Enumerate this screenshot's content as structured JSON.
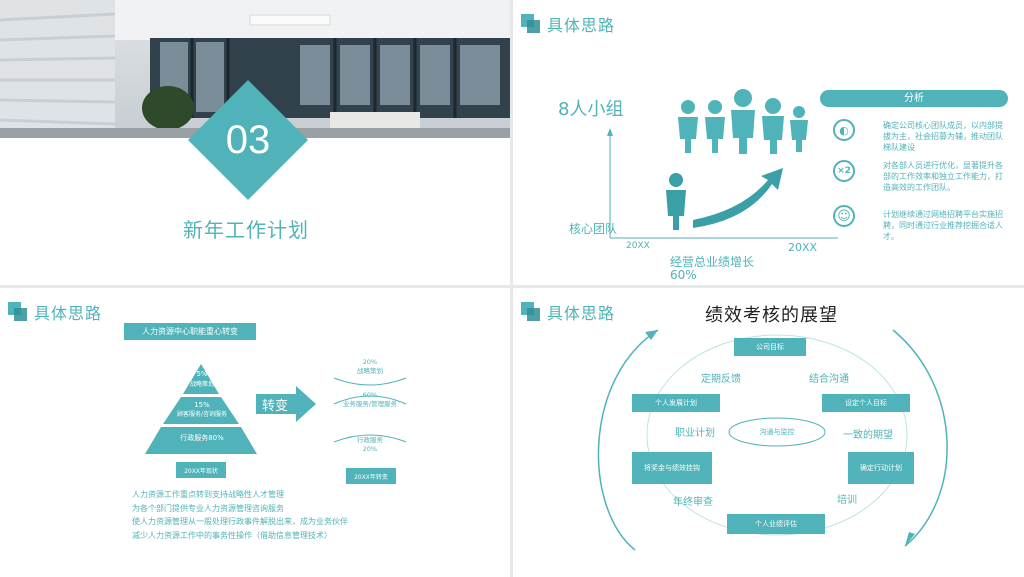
{
  "slide1": {
    "number": "03",
    "title": "新年工作计划"
  },
  "slide2": {
    "header": "具体思路",
    "group_label": "8人小组",
    "core_label": "核心团队",
    "x_start": "20XX",
    "x_end": "20XX",
    "growth_label": "经营总业绩增长",
    "growth_value": "60%",
    "panel_title": "分析",
    "items": [
      {
        "icon": "target-icon",
        "text": "确定公司核心团队成员，以内部提拔为主，社会招募为辅，推动团队梯队建设"
      },
      {
        "icon": "x2-icon",
        "text": "对各部人员进行优化，显著提升各部的工作效率和独立工作能力，打造高效的工作团队。"
      },
      {
        "icon": "smile-icon",
        "text": "计划继续通过网络招聘平台实施招聘，同时通过行业推荐挖掘合适人才。"
      }
    ]
  },
  "slide3": {
    "header": "具体思路",
    "banner": "人力资源中心职能重心转变",
    "pyramid": [
      {
        "pct": "5%",
        "label": "战略策划"
      },
      {
        "pct": "15%",
        "label": "顾客服务/咨询服务"
      },
      {
        "pct": "",
        "label": "行政服务80%"
      }
    ],
    "left_caption": "20XX年现状",
    "arrow_label": "转变",
    "right_items": [
      {
        "pct": "20%",
        "label": "战略策划"
      },
      {
        "pct": "60%",
        "label": "业务服务/管理服务"
      },
      {
        "pct": "20%",
        "label": "行政服务"
      }
    ],
    "right_caption": "20XX年转变",
    "bullets": [
      "人力资源工作重点转到支持战略性人才管理",
      "为各个部门提供专业人力资源管理咨询服务",
      "使人力资源管理从一般处理行政事件解脱出来，成为业务伙伴",
      "减少人力资源工作中的事务性操作（借助信息管理技术）"
    ]
  },
  "slide4": {
    "header": "具体思路",
    "title": "绩效考核的展望",
    "center": "沟通与监控",
    "boxes": [
      "公司目标",
      "个人发展计划",
      "设定个人目标",
      "将奖金与绩效挂钩",
      "确定行动计划",
      "个人业绩评估"
    ],
    "ring_labels": [
      "定期反馈",
      "结合沟通",
      "职业计划",
      "一致的期望",
      "年终审查",
      "培训"
    ]
  },
  "colors": {
    "accent": "#4fb3b9",
    "accent_dark": "#2e8f97",
    "bg": "#e6e9ea"
  }
}
